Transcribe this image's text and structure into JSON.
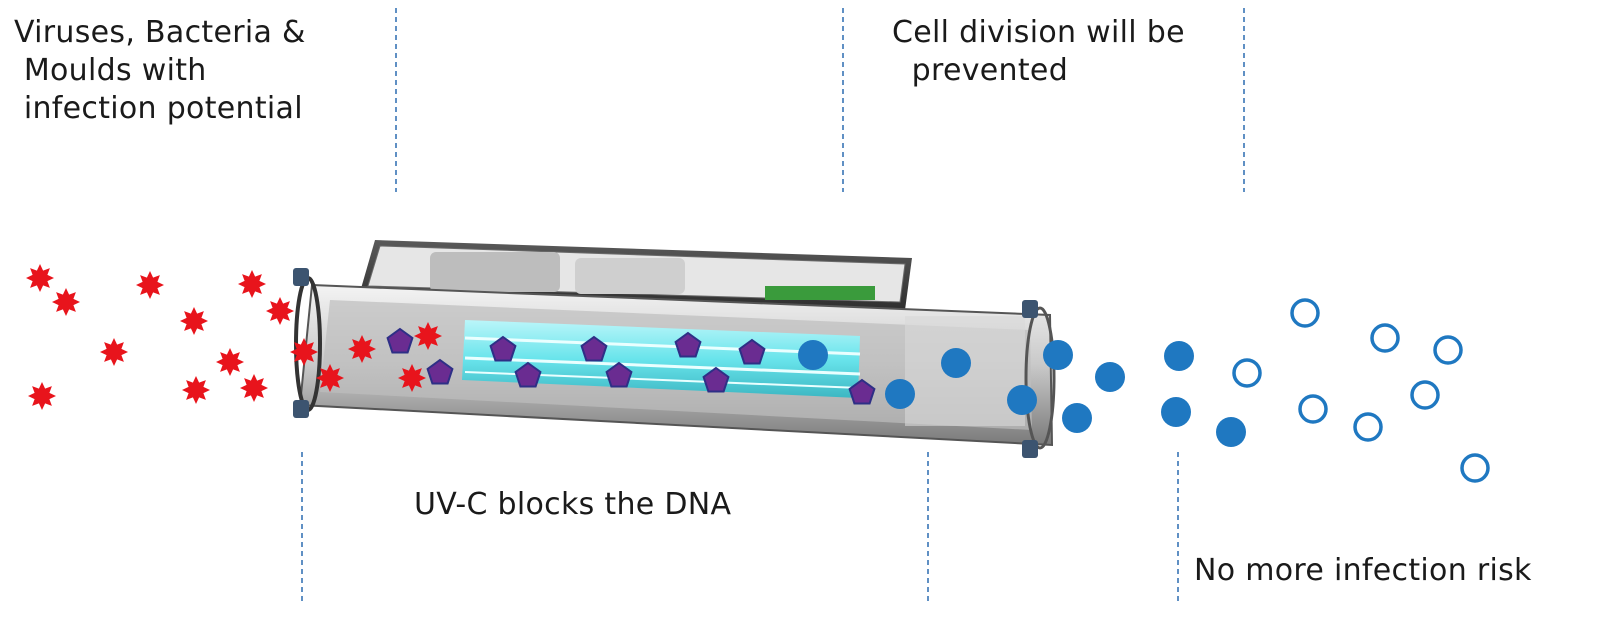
{
  "labels": {
    "top_left": "Viruses, Bacteria &\n Moulds with\n infection potential",
    "top_right": "Cell division will be\n  prevented",
    "bottom_middle": "UV-C blocks the DNA",
    "bottom_right": "No more infection risk"
  },
  "colors": {
    "pathogen": "#e8141c",
    "blocked": "#6a2c91",
    "blocked_stroke": "#2e2f86",
    "inactive": "#1f78c1",
    "harmless_stroke": "#1f78c1",
    "divider": "#2b6cb0",
    "uv_glow": "#5fe8f0"
  },
  "legend_items": [
    {
      "state": "pathogen",
      "shape": "red-star"
    },
    {
      "state": "blocked",
      "shape": "purple-pentagon"
    },
    {
      "state": "inactivated",
      "shape": "blue-dot"
    },
    {
      "state": "harmless",
      "shape": "blue-ring"
    }
  ]
}
